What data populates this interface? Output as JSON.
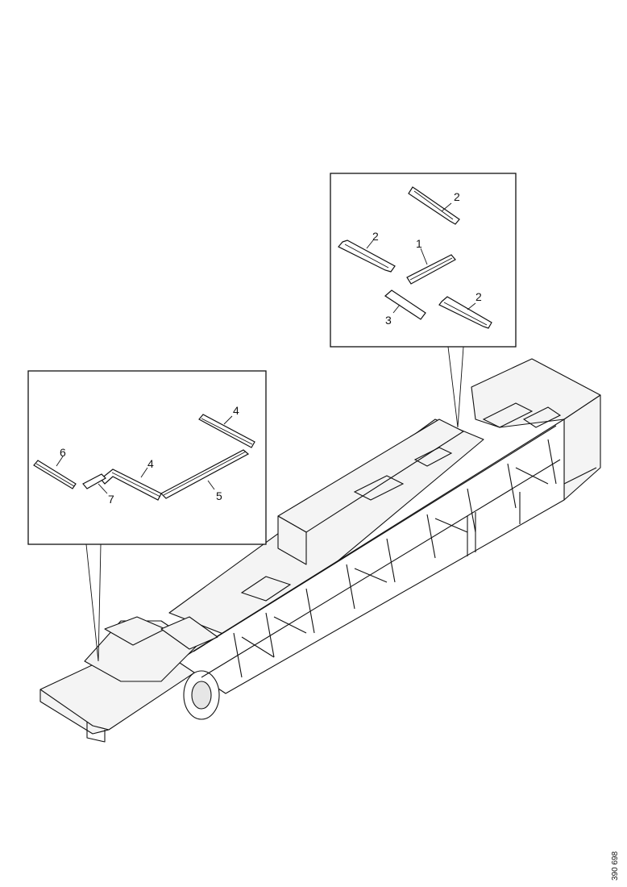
{
  "figure_ref": "390 698",
  "detail_top": {
    "callouts": [
      {
        "id": "t-2a",
        "text": "2"
      },
      {
        "id": "t-2b",
        "text": "2"
      },
      {
        "id": "t-1",
        "text": "1"
      },
      {
        "id": "t-2c",
        "text": "2"
      },
      {
        "id": "t-3",
        "text": "3"
      }
    ]
  },
  "detail_left": {
    "callouts": [
      {
        "id": "l-4a",
        "text": "4"
      },
      {
        "id": "l-6",
        "text": "6"
      },
      {
        "id": "l-4b",
        "text": "4"
      },
      {
        "id": "l-7",
        "text": "7"
      },
      {
        "id": "l-5",
        "text": "5"
      }
    ]
  }
}
